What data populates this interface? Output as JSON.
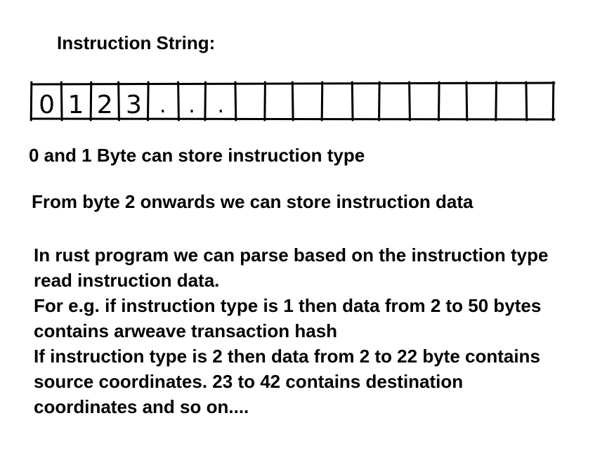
{
  "title": "Instruction String:",
  "byte_cells": [
    "0",
    "1",
    "2",
    "3",
    ".",
    ".",
    ".",
    "",
    "",
    "",
    "",
    "",
    "",
    "",
    "",
    "",
    "",
    ""
  ],
  "line1": "0 and 1 Byte can store instruction type",
  "line2": "From byte 2 onwards we can store instruction data",
  "paragraph": [
    "In rust program we can parse based on the instruction type",
    "read instruction data.",
    "For e.g. if instruction type is 1 then data from 2 to 50 bytes",
    "contains arweave transaction hash",
    "If instruction type is 2 then data from 2 to 22 byte contains",
    "source coordinates. 23 to 42 contains destination",
    "coordinates and so on...."
  ]
}
